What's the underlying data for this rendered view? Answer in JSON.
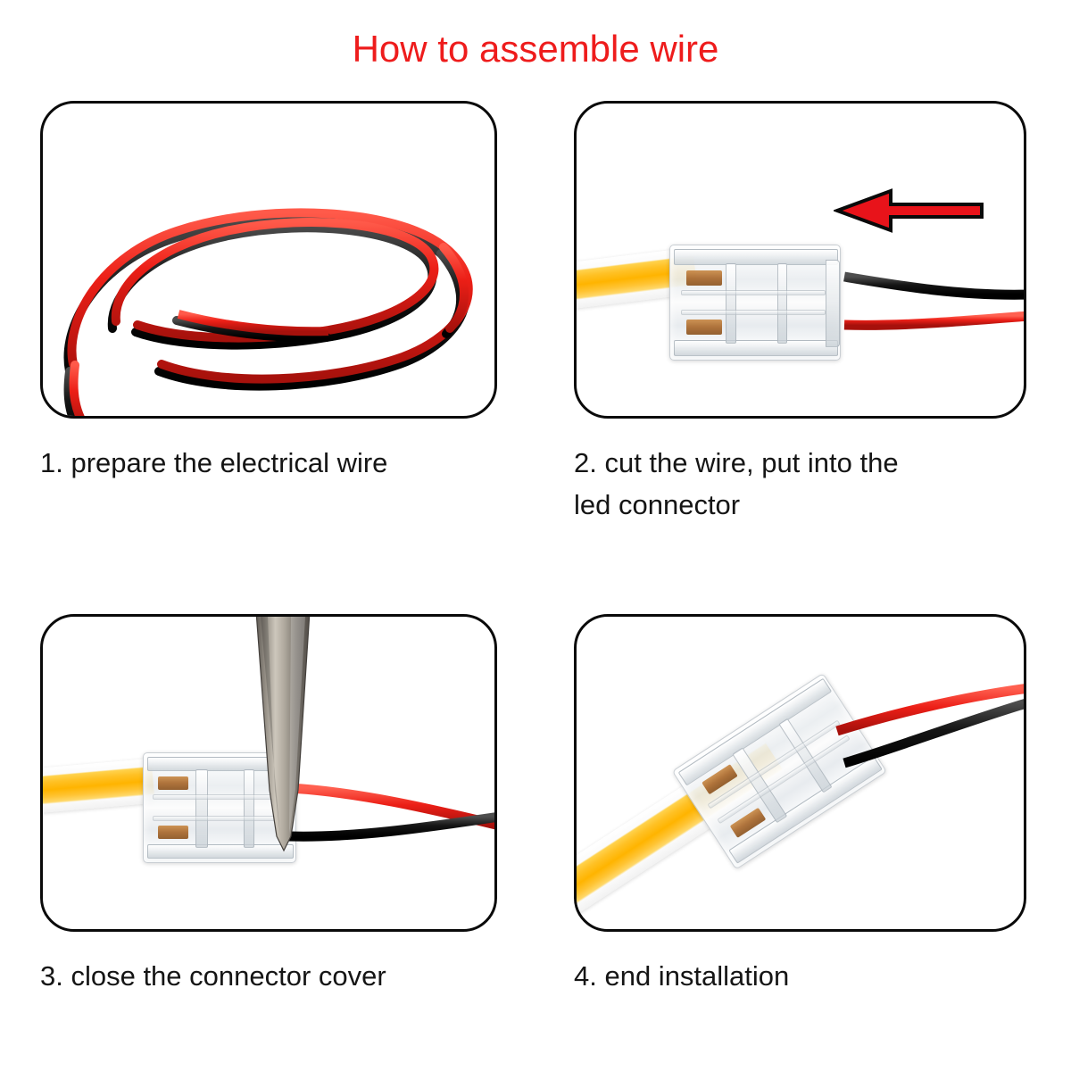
{
  "page": {
    "title": "How to assemble wire",
    "title_color": "#ee1c1c",
    "background_color": "#ffffff"
  },
  "colors": {
    "wire_red": "#e8201a",
    "wire_black": "#1a1a1a",
    "led_amber": "#ffb400",
    "connector_clear": "#f2f4f6",
    "copper_pad": "#a9682c",
    "panel_border": "#0a0a0a",
    "caption_text": "#151515",
    "arrow_red": "#e8131a"
  },
  "steps": [
    {
      "number": "1",
      "caption": "1. prepare the electrical wire",
      "panel_name": "step-1-photo",
      "photo_description": "coiled red and black bonded two-conductor wire"
    },
    {
      "number": "2",
      "caption": "2. cut the wire, put into the\n    led connector",
      "panel_name": "step-2-photo",
      "photo_description": "COB LED strip in open transparent connector with separated red and black wires and red arrow pointing left"
    },
    {
      "number": "3",
      "caption": "3. close the connector cover",
      "panel_name": "step-3-photo",
      "photo_description": "metal plier tip pressing the connector cover closed onto strip and wires"
    },
    {
      "number": "4",
      "caption": "4. end installation",
      "panel_name": "step-4-photo",
      "photo_description": "finished diagonal assembly of connector joining LED strip and wires"
    }
  ],
  "icons": {
    "arrow": "left-arrow-icon",
    "connector": "led-connector-icon",
    "strip": "led-strip-icon",
    "plier": "plier-tip-icon",
    "wire_coil": "wire-coil-icon"
  }
}
